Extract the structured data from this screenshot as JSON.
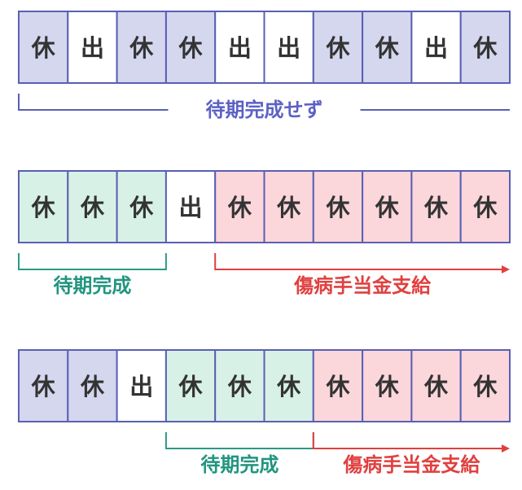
{
  "colors": {
    "rest_blue": "#d4d7ee",
    "work_white": "#ffffff",
    "waiting_green": "#d8f1e6",
    "benefit_pink": "#fbd6da",
    "border": "#5a5fb4",
    "text_dark": "#333333",
    "label_purple": "#5c61c4",
    "label_green": "#21957f",
    "label_red": "#e0403f",
    "bracket_purple": "#5a5fb4",
    "bracket_green": "#2a9a84",
    "arrow_red": "#e0403f"
  },
  "legend_text": {
    "rest": "休",
    "work": "出"
  },
  "rows": [
    {
      "cells": [
        {
          "text": "休",
          "state": "rest"
        },
        {
          "text": "出",
          "state": "work"
        },
        {
          "text": "休",
          "state": "rest"
        },
        {
          "text": "休",
          "state": "rest"
        },
        {
          "text": "出",
          "state": "work"
        },
        {
          "text": "出",
          "state": "work"
        },
        {
          "text": "休",
          "state": "rest"
        },
        {
          "text": "休",
          "state": "rest"
        },
        {
          "text": "出",
          "state": "work"
        },
        {
          "text": "休",
          "state": "rest"
        }
      ],
      "annotations": [
        {
          "kind": "bracket-full",
          "label": "待期完成せず",
          "color": "bracket_purple",
          "label_color": "label_purple"
        }
      ]
    },
    {
      "cells": [
        {
          "text": "休",
          "state": "waiting"
        },
        {
          "text": "休",
          "state": "waiting"
        },
        {
          "text": "休",
          "state": "waiting"
        },
        {
          "text": "出",
          "state": "work"
        },
        {
          "text": "休",
          "state": "benefit"
        },
        {
          "text": "休",
          "state": "benefit"
        },
        {
          "text": "休",
          "state": "benefit"
        },
        {
          "text": "休",
          "state": "benefit"
        },
        {
          "text": "休",
          "state": "benefit"
        },
        {
          "text": "休",
          "state": "benefit"
        }
      ],
      "annotations": [
        {
          "kind": "bracket",
          "from": 0,
          "to": 2,
          "label": "待期完成",
          "color": "bracket_green",
          "label_color": "label_green"
        },
        {
          "kind": "arrow",
          "from": 4,
          "to": 9,
          "label": "傷病手当金支給",
          "color": "arrow_red",
          "label_color": "label_red"
        }
      ]
    },
    {
      "cells": [
        {
          "text": "休",
          "state": "rest"
        },
        {
          "text": "休",
          "state": "rest"
        },
        {
          "text": "出",
          "state": "work"
        },
        {
          "text": "休",
          "state": "waiting"
        },
        {
          "text": "休",
          "state": "waiting"
        },
        {
          "text": "休",
          "state": "waiting"
        },
        {
          "text": "休",
          "state": "benefit"
        },
        {
          "text": "休",
          "state": "benefit"
        },
        {
          "text": "休",
          "state": "benefit"
        },
        {
          "text": "休",
          "state": "benefit"
        }
      ],
      "annotations": [
        {
          "kind": "bracket",
          "from": 3,
          "to": 5,
          "label": "待期完成",
          "color": "bracket_green",
          "label_color": "label_green"
        },
        {
          "kind": "arrow",
          "from": 6,
          "to": 9,
          "label": "傷病手当金支給",
          "color": "arrow_red",
          "label_color": "label_red"
        }
      ]
    }
  ]
}
